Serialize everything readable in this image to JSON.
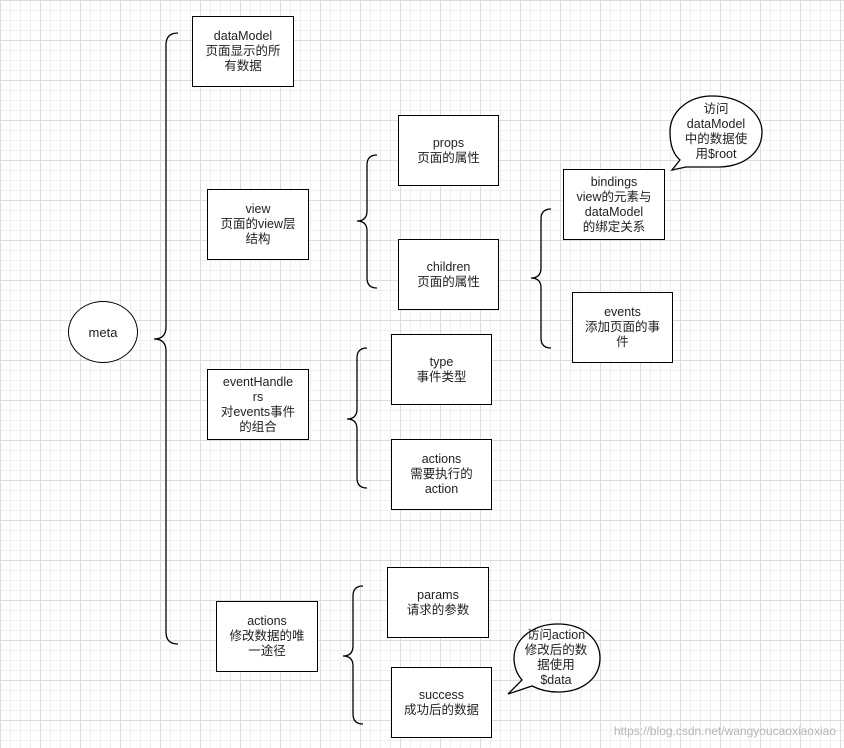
{
  "root": {
    "label": "meta"
  },
  "nodes": {
    "dataModel": {
      "line1": "dataModel",
      "line2": "页面显示的所",
      "line3": "有数据"
    },
    "view": {
      "line1": "view",
      "line2": "页面的view层",
      "line3": "结构"
    },
    "eventHandlers": {
      "line1": "eventHandle",
      "line2": "rs",
      "line3": "对events事件",
      "line4": "的组合"
    },
    "actions": {
      "line1": "actions",
      "line2": "修改数据的唯",
      "line3": "一途径"
    },
    "props": {
      "line1": "props",
      "line2": "页面的属性"
    },
    "children": {
      "line1": "children",
      "line2": "页面的属性"
    },
    "bindings": {
      "line1": "bindings",
      "line2": "view的元素与",
      "line3": "dataModel",
      "line4": "的绑定关系"
    },
    "events": {
      "line1": "events",
      "line2": "添加页面的事",
      "line3": "件"
    },
    "type": {
      "line1": "type",
      "line2": "事件类型"
    },
    "actionsChild": {
      "line1": "actions",
      "line2": "需要执行的",
      "line3": "action"
    },
    "params": {
      "line1": "params",
      "line2": "请求的参数"
    },
    "success": {
      "line1": "success",
      "line2": "成功后的数据"
    }
  },
  "callouts": {
    "root_access": {
      "line1": "访问",
      "line2": "dataModel",
      "line3": "中的数据使",
      "line4": "用$root"
    },
    "action_access": {
      "line1": "访问action",
      "line2": "修改后的数",
      "line3": "据使用",
      "line4": "$data"
    }
  },
  "watermark": "https://blog.csdn.net/wangyoucaoxiaoxiao"
}
